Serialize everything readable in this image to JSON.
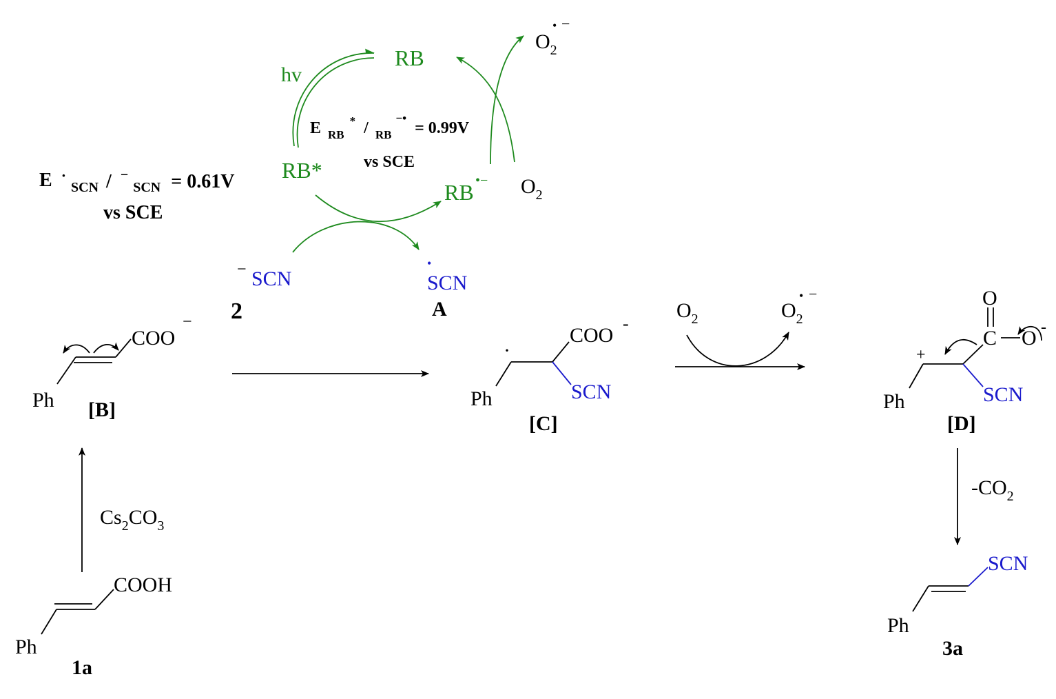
{
  "colors": {
    "ink": "#000000",
    "catalyst": "#1e8a1e",
    "thiocyanate": "#1a1acc"
  },
  "cycle": {
    "rb": "RB",
    "hv": "hv",
    "rb_excited": "RB*",
    "rb_radical_anion": "RB",
    "superoxide_top": "O",
    "oxygen_right": "O",
    "potential_rb": {
      "lead": "E",
      "sub1": "RB",
      "sup1": "*",
      "slash": "/",
      "sub2": "RB",
      "sup2": "−•",
      "value": "= 0.99V",
      "ref": "vs SCE"
    },
    "potential_scn": {
      "lead": "E",
      "sub1": "SCN",
      "slash": "/",
      "sub2": "SCN",
      "value": "= 0.61V",
      "ref": "vs SCE"
    }
  },
  "species": {
    "thiocyanate_anion": "SCN",
    "thiocyanate_anion_charge": "−",
    "compound_2": "2",
    "thiocyanate_radical": "SCN",
    "intermediate_a": "A"
  },
  "intermediates": {
    "b": {
      "group": "COO",
      "charge": "−",
      "ph": "Ph",
      "label": "[B]"
    },
    "c": {
      "group": "COO",
      "charge": "-",
      "ph": "Ph",
      "scn": "SCN",
      "label": "[C]"
    },
    "d": {
      "o_top": "O",
      "c": "C",
      "o_minus": "O",
      "charge": "-",
      "plus": "+",
      "ph": "Ph",
      "scn": "SCN",
      "label": "[D]"
    }
  },
  "oxidation_step": {
    "o2": "O",
    "superoxide": "O"
  },
  "reagents": {
    "base": {
      "cs": "Cs",
      "cs_sub": "2",
      "co": "CO",
      "co_sub": "3"
    },
    "decarboxylation": {
      "text": "-CO",
      "sub": "2"
    }
  },
  "compounds": {
    "c1a": {
      "group": "COOH",
      "ph": "Ph",
      "label": "1a"
    },
    "c3a": {
      "scn": "SCN",
      "ph": "Ph",
      "label": "3a"
    }
  },
  "glyphs": {
    "two": "2",
    "dot": "•",
    "minus": "−",
    "dot_minus": "•−",
    "radical_dot": "·",
    "minus_dot": "−•"
  }
}
